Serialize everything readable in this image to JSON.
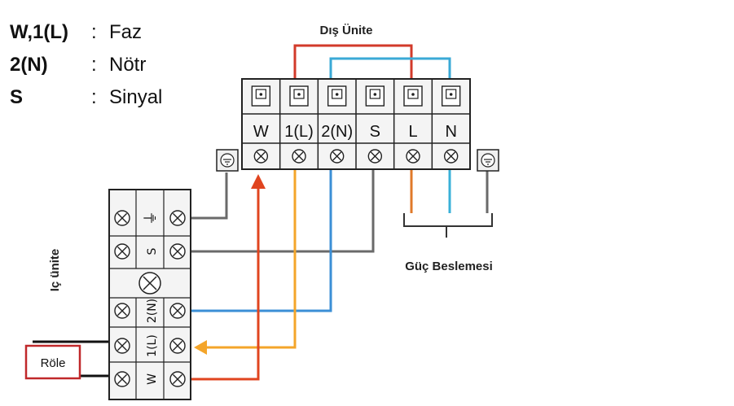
{
  "legend": [
    {
      "key": "W,1(L)",
      "sep": ":",
      "value": "Faz"
    },
    {
      "key": "2(N)",
      "sep": ":",
      "value": "Nötr"
    },
    {
      "key": "S",
      "sep": ":",
      "value": "Sinyal"
    }
  ],
  "outdoor_unit": {
    "title": "Dış Ünite",
    "terminals": [
      "W",
      "1(L)",
      "2(N)",
      "S",
      "L",
      "N"
    ]
  },
  "indoor_unit": {
    "title": "Iç ünite",
    "terminals": [
      "⏚",
      "S",
      "2(N)",
      "1(L)",
      "W"
    ]
  },
  "power_supply_label": "Güç Beslemesi",
  "relay_label": "Röle",
  "wire_colors": {
    "phase": "#e0441f",
    "neutral": "#3b8fd6",
    "signal": "#6a6a6a",
    "bridge": "#d23a2a",
    "link_blue": "#3aa9d6",
    "feed_1L": "#f4a52a",
    "supply_L": "#e07a2a",
    "supply_N": "#3ab0d8",
    "relay_box": "#c0282a"
  }
}
